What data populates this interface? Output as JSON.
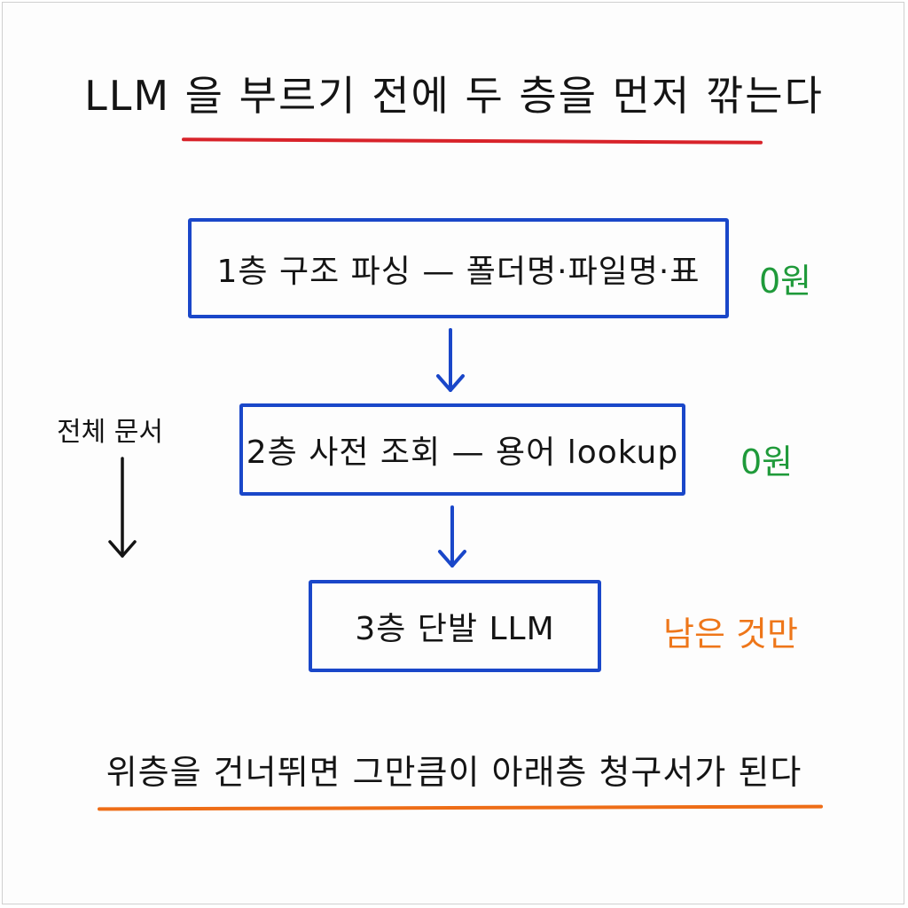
{
  "title": "LLM 을 부르기 전에 두 층을 먼저 깎는다",
  "layers": [
    {
      "label": "1층 구조 파싱 — 폴더명·파일명·표",
      "cost": "0원"
    },
    {
      "label": "2층 사전 조회 — 용어 lookup",
      "cost": "0원"
    },
    {
      "label": "3층 단발 LLM",
      "cost": "남은 것만"
    }
  ],
  "side_label": "전체 문서",
  "footer": "위층을 건너뛰면 그만큼이 아래층 청구서가 된다",
  "colors": {
    "title_underline": "#d8232a",
    "box_border": "#1a47c9",
    "arrow": "#1a47c9",
    "cost_zero": "#1f9a3a",
    "cost_remaining": "#ee7619",
    "footer_underline": "#ee6d17"
  }
}
